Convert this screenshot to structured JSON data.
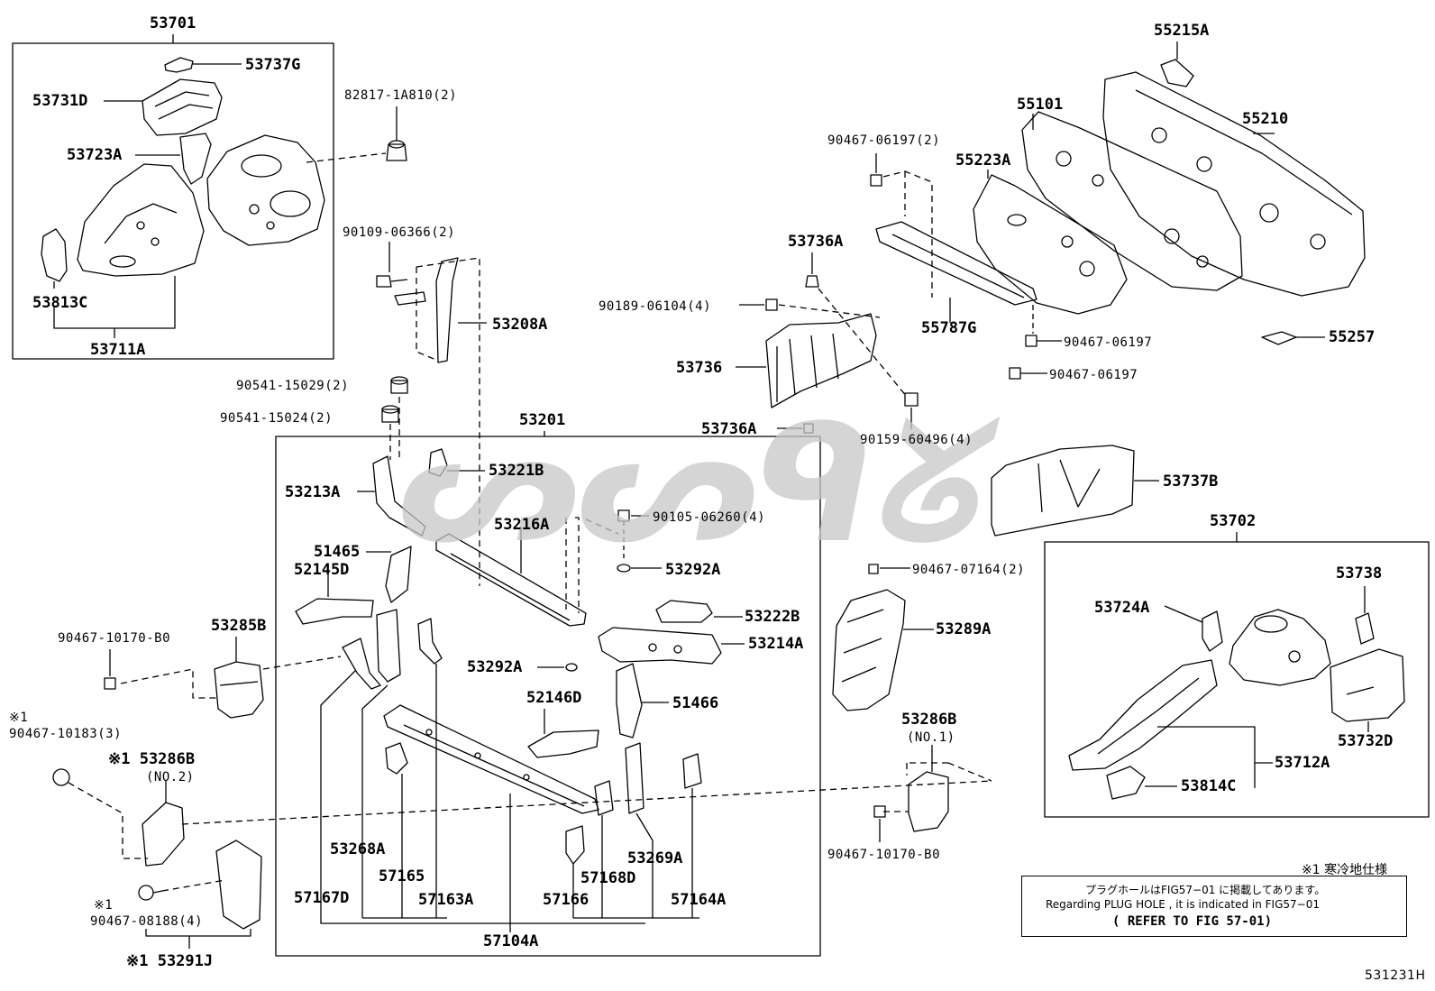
{
  "watermark": "ᔕᔕᑫᘜ",
  "groups": {
    "g53701": "53701",
    "g53201": "53201",
    "g53702": "53702"
  },
  "labels": [
    {
      "id": "53737G",
      "text": "53737G"
    },
    {
      "id": "53731D",
      "text": "53731D"
    },
    {
      "id": "53723A",
      "text": "53723A"
    },
    {
      "id": "53813C",
      "text": "53813C"
    },
    {
      "id": "53711A",
      "text": "53711A"
    },
    {
      "id": "82817-1A810",
      "text": "82817-1A810(2)"
    },
    {
      "id": "90109-06366",
      "text": "90109-06366(2)"
    },
    {
      "id": "53208A",
      "text": "53208A"
    },
    {
      "id": "90541-15029",
      "text": "90541-15029(2)"
    },
    {
      "id": "90541-15024",
      "text": "90541-15024(2)"
    },
    {
      "id": "53213A",
      "text": "53213A"
    },
    {
      "id": "53221B",
      "text": "53221B"
    },
    {
      "id": "51465",
      "text": "51465"
    },
    {
      "id": "52145D",
      "text": "52145D"
    },
    {
      "id": "53216A",
      "text": "53216A"
    },
    {
      "id": "90105-06260",
      "text": "90105-06260(4)"
    },
    {
      "id": "53292A-1",
      "text": "53292A"
    },
    {
      "id": "53222B",
      "text": "53222B"
    },
    {
      "id": "53214A",
      "text": "53214A"
    },
    {
      "id": "53292A-2",
      "text": "53292A"
    },
    {
      "id": "52146D",
      "text": "52146D"
    },
    {
      "id": "51466",
      "text": "51466"
    },
    {
      "id": "53285B",
      "text": "53285B"
    },
    {
      "id": "90467-10170-B0-a",
      "text": "90467-10170-B0"
    },
    {
      "id": "x1-a",
      "text": "※1"
    },
    {
      "id": "90467-10183",
      "text": "90467-10183(3)"
    },
    {
      "id": "53286B-2",
      "text": "※1 53286B"
    },
    {
      "id": "no2",
      "text": "(NO.2)"
    },
    {
      "id": "x1-b",
      "text": "※1"
    },
    {
      "id": "90467-08188",
      "text": "90467-08188(4)"
    },
    {
      "id": "53291J",
      "text": "※1 53291J"
    },
    {
      "id": "53268A",
      "text": "53268A"
    },
    {
      "id": "57165",
      "text": "57165"
    },
    {
      "id": "57167D",
      "text": "57167D"
    },
    {
      "id": "57163A",
      "text": "57163A"
    },
    {
      "id": "57166",
      "text": "57166"
    },
    {
      "id": "57168D",
      "text": "57168D"
    },
    {
      "id": "53269A",
      "text": "53269A"
    },
    {
      "id": "57164A",
      "text": "57164A"
    },
    {
      "id": "57104A",
      "text": "57104A"
    },
    {
      "id": "53736A-1",
      "text": "53736A"
    },
    {
      "id": "90189-06104",
      "text": "90189-06104(4)"
    },
    {
      "id": "53736",
      "text": "53736"
    },
    {
      "id": "53736A-2",
      "text": "53736A"
    },
    {
      "id": "90159-60496",
      "text": "90159-60496(4)"
    },
    {
      "id": "90467-06197-2",
      "text": "90467-06197(2)"
    },
    {
      "id": "55223A",
      "text": "55223A"
    },
    {
      "id": "55101",
      "text": "55101"
    },
    {
      "id": "55215A",
      "text": "55215A"
    },
    {
      "id": "55210",
      "text": "55210"
    },
    {
      "id": "55787G",
      "text": "55787G"
    },
    {
      "id": "90467-06197-a",
      "text": "90467-06197"
    },
    {
      "id": "90467-06197-b",
      "text": "90467-06197"
    },
    {
      "id": "55257",
      "text": "55257"
    },
    {
      "id": "53737B",
      "text": "53737B"
    },
    {
      "id": "90467-07164",
      "text": "90467-07164(2)"
    },
    {
      "id": "53289A",
      "text": "53289A"
    },
    {
      "id": "53286B-1",
      "text": "53286B"
    },
    {
      "id": "no1",
      "text": "(NO.1)"
    },
    {
      "id": "90467-10170-B0-b",
      "text": "90467-10170-B0"
    },
    {
      "id": "53738",
      "text": "53738"
    },
    {
      "id": "53724A",
      "text": "53724A"
    },
    {
      "id": "53732D",
      "text": "53732D"
    },
    {
      "id": "53712A",
      "text": "53712A"
    },
    {
      "id": "53814C",
      "text": "53814C"
    }
  ],
  "legend": "※1 寒冷地仕様",
  "note": {
    "line1": "プラグホールはFIG57−01 に掲載してあります。",
    "line2": "Regarding PLUG HOLE , it is indicated in FIG57−01",
    "line3": "( REFER TO FIG 57-01)"
  },
  "figure_id": "531231H"
}
